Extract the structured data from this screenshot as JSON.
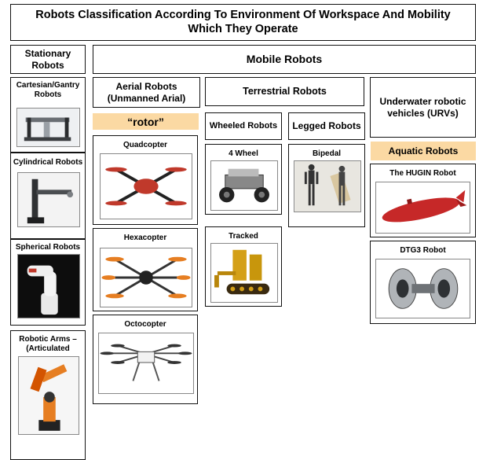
{
  "title": "Robots Classification According To Environment Of Workspace And  Mobility Which They Operate",
  "stationary": {
    "header": "Stationary Robots",
    "items": [
      {
        "label": "Cartesian/Gantry Robots"
      },
      {
        "label": "Cylindrical Robots"
      },
      {
        "label": "Spherical Robots"
      },
      {
        "label": "Robotic Arms – (Articulated"
      }
    ]
  },
  "mobile": {
    "header": "Mobile Robots",
    "aerial": {
      "header": "Aerial Robots (Unmanned Arial)",
      "tag": "“rotor”",
      "items": [
        {
          "label": "Quadcopter"
        },
        {
          "label": "Hexacopter"
        },
        {
          "label": "Octocopter"
        }
      ]
    },
    "terrestrial": {
      "header": "Terrestrial Robots",
      "wheeled": {
        "header": "Wheeled Robots",
        "items": [
          {
            "label": "4 Wheel"
          },
          {
            "label": "Tracked"
          }
        ]
      },
      "legged": {
        "header": "Legged Robots",
        "items": [
          {
            "label": "Bipedal"
          }
        ]
      }
    },
    "underwater": {
      "header": "Underwater robotic vehicles (URVs)",
      "tag": "Aquatic Robots",
      "items": [
        {
          "label": "The HUGIN Robot"
        },
        {
          "label": "DTG3 Robot"
        }
      ]
    }
  },
  "colors": {
    "tag_fill": "#fbd9a3",
    "border": "#111111"
  }
}
